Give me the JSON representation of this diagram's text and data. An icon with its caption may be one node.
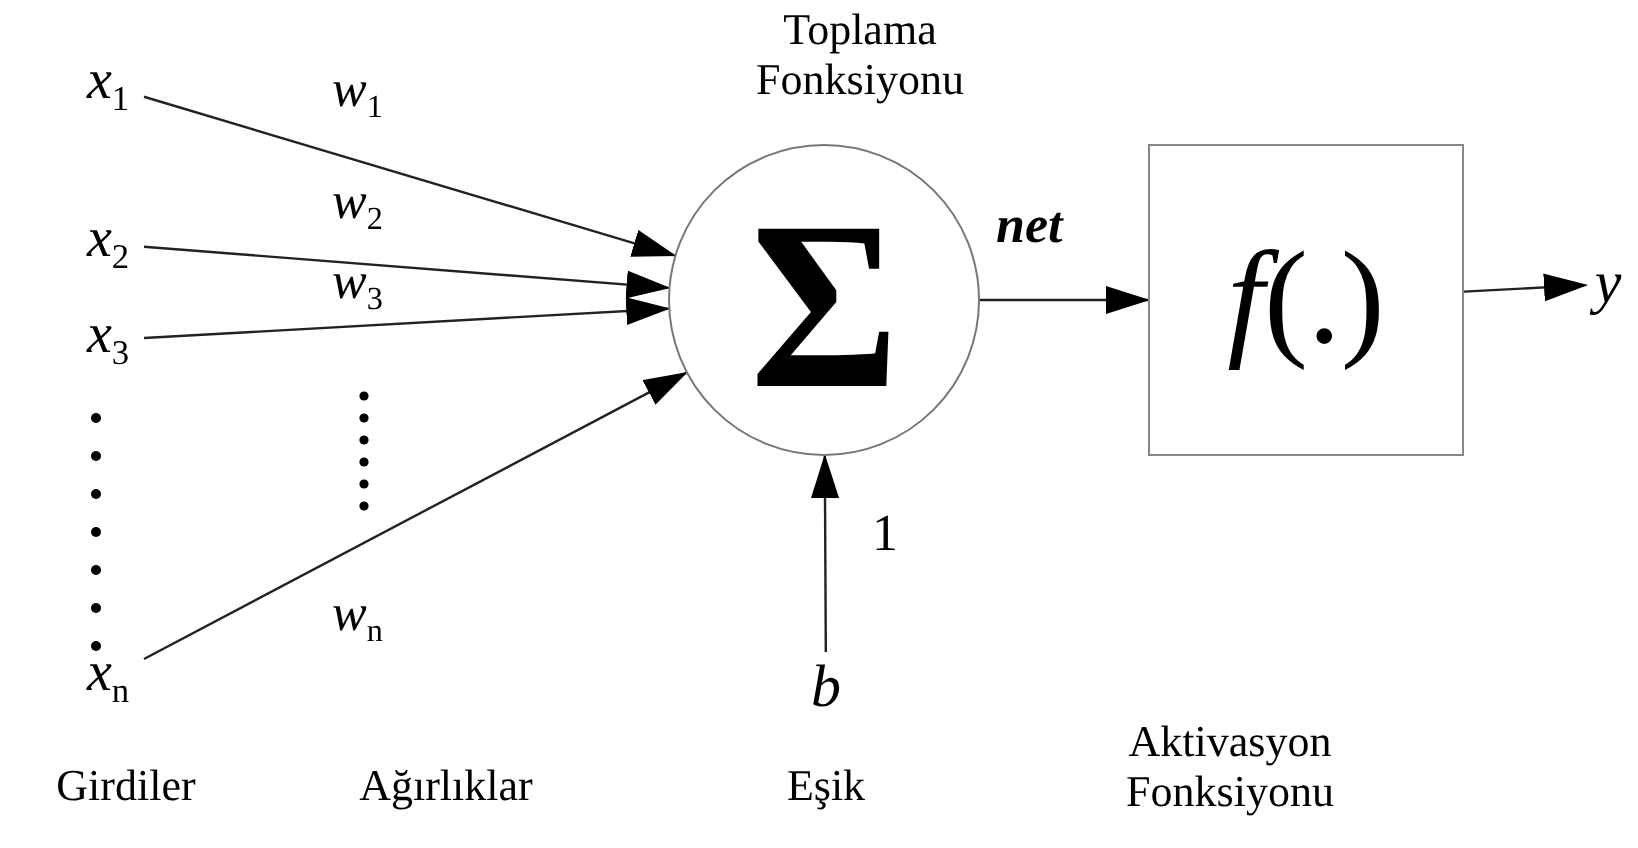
{
  "diagram": {
    "nodes": [
      {
        "text": [
          "x$_{1}$"
        ]
      },
      {
        "text": [
          "x$_{2}$"
        ]
      },
      {
        "text": [
          "x$_{3}$"
        ]
      },
      {
        "text": [
          "x$_{n}$"
        ]
      },
      {
        "text": [
          "Σ"
        ],
        "beside": [
          "Toplama Fonksiyonu"
        ]
      },
      {
        "text": [
          "b"
        ]
      },
      {
        "text": [
          "*f*(.)"
        ]
      },
      {
        "text": [
          "y"
        ]
      }
    ],
    "edges": [
      {
        "from": 0,
        "to": 4,
        "arrow": "to",
        "label": "w$_{1}$"
      },
      {
        "from": 1,
        "to": 4,
        "arrow": "to",
        "label": "w$_{2}$"
      },
      {
        "from": 2,
        "to": 4,
        "arrow": "to",
        "label": "w$_{3}$"
      },
      {
        "from": 3,
        "to": 4,
        "arrow": "to",
        "label": "w$_{n}$"
      },
      {
        "from": 5,
        "to": 4,
        "arrow": "to",
        "label": "1"
      },
      {
        "from": 4,
        "to": 6,
        "arrow": "to",
        "label": "net"
      },
      {
        "from": 6,
        "to": 7,
        "arrow": "to"
      }
    ],
    "labels": [
      "Girdiler",
      "Ağırlıklar",
      "Eşik",
      "Aktivasyon Fonksiyonu"
    ]
  }
}
